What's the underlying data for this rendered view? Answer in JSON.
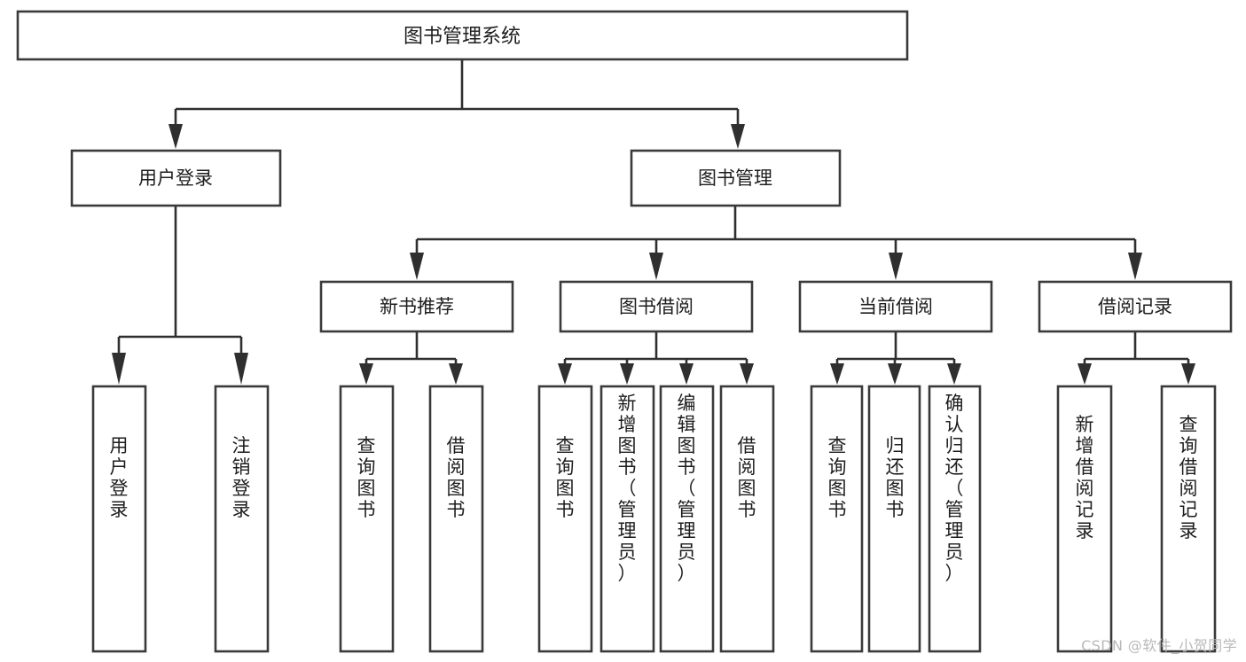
{
  "diagram": {
    "type": "hierarchy-tree",
    "title": "图书管理系统",
    "watermark": "CSDN @软件_小贺同学",
    "colors": {
      "box_stroke": "#3a3a3a",
      "box_fill": "#ffffff",
      "connector": "#2f2f2f",
      "text": "#1d1d1d",
      "watermark": "#b9b9b9",
      "background": "#ffffff"
    },
    "root": {
      "label": "图书管理系统"
    },
    "level2": [
      {
        "label": "用户登录"
      },
      {
        "label": "图书管理"
      }
    ],
    "level3": [
      {
        "label": "新书推荐"
      },
      {
        "label": "图书借阅"
      },
      {
        "label": "当前借阅"
      },
      {
        "label": "借阅记录"
      }
    ],
    "leaves": {
      "user_login": [
        {
          "label": "用户登录"
        },
        {
          "label": "注销登录"
        }
      ],
      "new_book_recommend": [
        {
          "label": "查询图书"
        },
        {
          "label": "借阅图书"
        }
      ],
      "book_borrow": [
        {
          "label": "查询图书"
        },
        {
          "label": "新增图书（管理员）"
        },
        {
          "label": "编辑图书（管理员）"
        },
        {
          "label": "借阅图书"
        }
      ],
      "current_borrow": [
        {
          "label": "查询图书"
        },
        {
          "label": "归还图书"
        },
        {
          "label": "确认归还（管理员）"
        }
      ],
      "borrow_record": [
        {
          "label": "新增借阅记录"
        },
        {
          "label": "查询借阅记录"
        }
      ]
    }
  }
}
